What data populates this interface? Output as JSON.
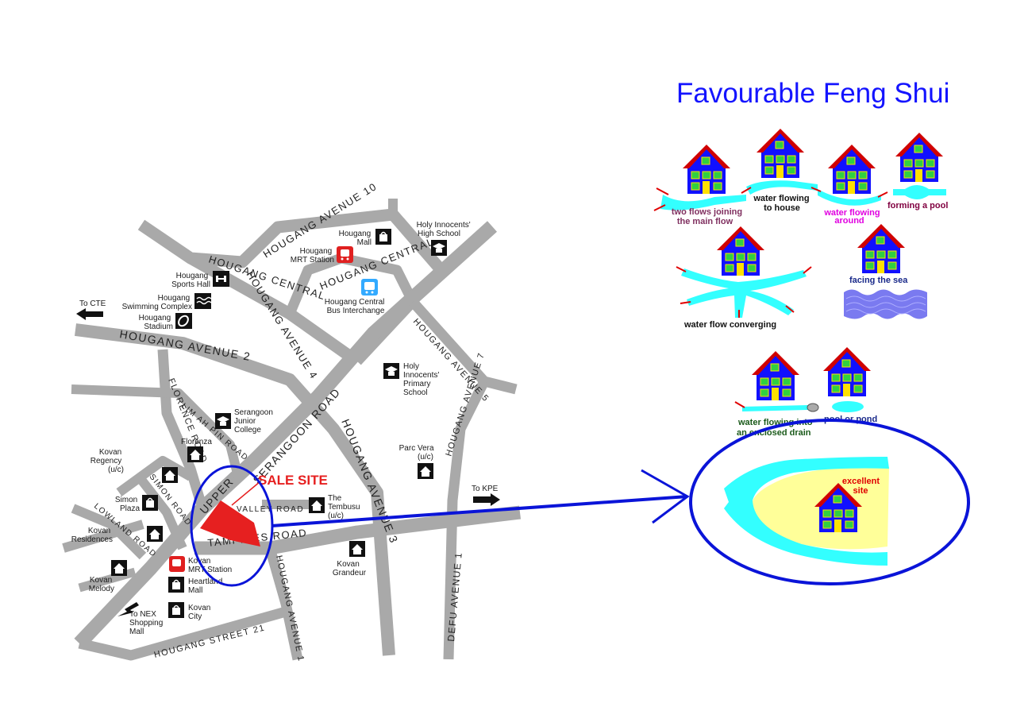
{
  "title": "Favourable Feng Shui",
  "roads": {
    "hougang_ave_10": "HOUGANG AVENUE 10",
    "hougang_central": "HOUGANG CENTRAL",
    "hougang_ave_4": "HOUGANG AVENUE 4",
    "hougang_ave_2": "HOUGANG AVENUE 2",
    "hougang_ave_5": "HOUGANG AVENUE 5",
    "hougang_ave_7": "HOUGANG AVENUE 7",
    "hougang_ave_3": "HOUGANG AVENUE 3",
    "hougang_ave_1": "HOUGANG AVENUE 1",
    "hougang_st_21": "HOUGANG STREET 21",
    "florence_road": "FLORENCE ROAD",
    "lim_ah_pin_road": "LIM AH PIN ROAD",
    "upper": "UPPER",
    "serangoon_road": "SERANGOON ROAD",
    "valley_road": "VALLEY ROAD",
    "tampines_road": "TAMPINES ROAD",
    "simon_road": "SIMON ROAD",
    "lowland_road": "LOWLAND ROAD",
    "defu_ave_1": "DEFU AVENUE 1"
  },
  "places": {
    "holy_innocents_high": [
      "Holy Innocents'",
      "High School"
    ],
    "hougang_mall": [
      "Hougang",
      "Mall"
    ],
    "hougang_mrt": [
      "Hougang",
      "MRT Station"
    ],
    "hougang_sports_hall": [
      "Hougang",
      "Sports Hall"
    ],
    "hougang_swimming": [
      "Hougang",
      "Swimming Complex"
    ],
    "hougang_stadium": [
      "Hougang",
      "Stadium"
    ],
    "hougang_central_bus": [
      "Hougang Central",
      "Bus Interchange"
    ],
    "holy_innocents_primary": [
      "Holy",
      "Innocents'",
      "Primary",
      "School"
    ],
    "serangoon_jc": [
      "Serangoon",
      "Junior",
      "College"
    ],
    "florenza": "Florenza",
    "kovan_regency": [
      "Kovan",
      "Regency",
      "(u/c)"
    ],
    "simon_plaza": [
      "Simon",
      "Plaza"
    ],
    "kovan_residences": [
      "Kovan",
      "Residences"
    ],
    "kovan_melody": [
      "Kovan",
      "Melody"
    ],
    "kovan_mrt": [
      "Kovan",
      "MRT Station"
    ],
    "heartland_mall": [
      "Heartland",
      "Mall"
    ],
    "kovan_city": [
      "Kovan",
      "City"
    ],
    "to_nex": [
      "To NEX",
      "Shopping",
      "Mall"
    ],
    "parc_vera": [
      "Parc Vera",
      "(u/c)"
    ],
    "the_tembusu": [
      "The",
      "Tembusu",
      "(u/c)"
    ],
    "kovan_grandeur": [
      "Kovan",
      "Grandeur"
    ],
    "to_cte": "To CTE",
    "to_kpe": "To KPE"
  },
  "sale_site": "SALE SITE",
  "diagram_labels": {
    "two_flows": [
      "two flows joining",
      "the main flow"
    ],
    "water_to_house": [
      "water flowing",
      "to house"
    ],
    "water_around": [
      "water flowing",
      "around"
    ],
    "forming_pool": "forming a pool",
    "facing_sea": "facing the sea",
    "water_converging": "water flow converging",
    "enclosed_drain": [
      "water flowing into",
      "an enclosed drain"
    ],
    "pool_pond": "pool or pond",
    "excellent_site": [
      "excellent",
      "site"
    ]
  },
  "colors": {
    "title": "#1414ff",
    "road": "#a9a9a9",
    "water": "#33ffff",
    "house_wall": "#1010ff",
    "house_roof": "#d00000",
    "circle": "#0a14d8",
    "sale_site": "#e62020",
    "sand": "#ffff99",
    "sea": "#7a7af0"
  },
  "icons": [
    "shopping-bag-icon",
    "mrt-train-icon",
    "bus-icon",
    "school-icon",
    "home-icon",
    "dumbbell-icon",
    "swimming-icon",
    "stadium-icon",
    "house-icon",
    "arrow-icon"
  ]
}
